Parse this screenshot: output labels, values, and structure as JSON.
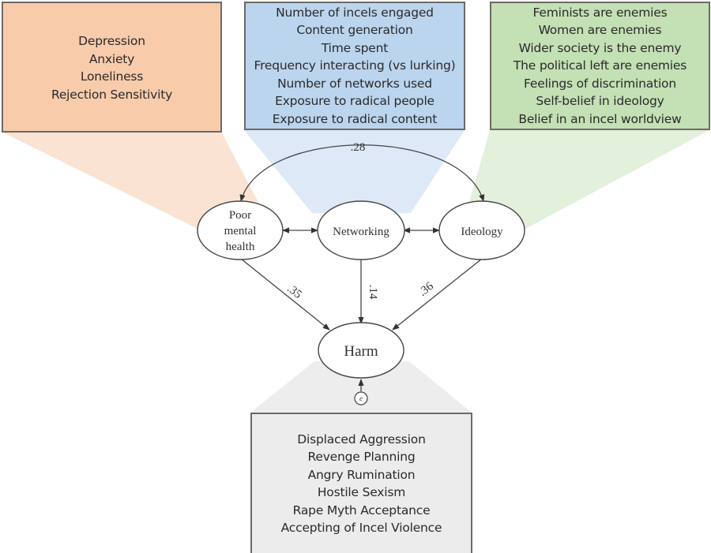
{
  "colors": {
    "mental_health": "#f8cbab",
    "mental_health_fan": "#fbe3d3",
    "networking": "#bcd5ee",
    "networking_fan": "#dde9f6",
    "ideology": "#c4e0b5",
    "ideology_fan": "#e3f0dc",
    "harm": "#ececec",
    "harm_fan": "#ededed",
    "edge": "#444444"
  },
  "boxes": {
    "mental_health": {
      "items": [
        "Depression",
        "Anxiety",
        "Loneliness",
        "Rejection Sensitivity"
      ]
    },
    "networking": {
      "items": [
        "Number of incels engaged",
        "Content generation",
        "Time spent",
        "Frequency interacting (vs lurking)",
        "Number of networks used",
        "Exposure to radical people",
        "Exposure to radical content"
      ]
    },
    "ideology": {
      "items": [
        "Feminists are enemies",
        "Women are enemies",
        "Wider society is the enemy",
        "The political left are enemies",
        "Feelings of discrimination",
        "Self-belief in ideology",
        "Belief in an incel worldview"
      ]
    },
    "harm": {
      "items": [
        "Displaced Aggression",
        "Revenge Planning",
        "Angry Rumination",
        "Hostile Sexism",
        "Rape Myth Acceptance",
        "Accepting of Incel Violence"
      ]
    }
  },
  "nodes": {
    "mental_health": [
      "Poor",
      "mental",
      "health"
    ],
    "networking": "Networking",
    "ideology": "Ideology",
    "harm": "Harm",
    "error": "e"
  },
  "paths": {
    "covariance_mental_ideology": ".28",
    "mental_to_harm": ".35",
    "networking_to_harm": ".14",
    "ideology_to_harm": ".36"
  }
}
